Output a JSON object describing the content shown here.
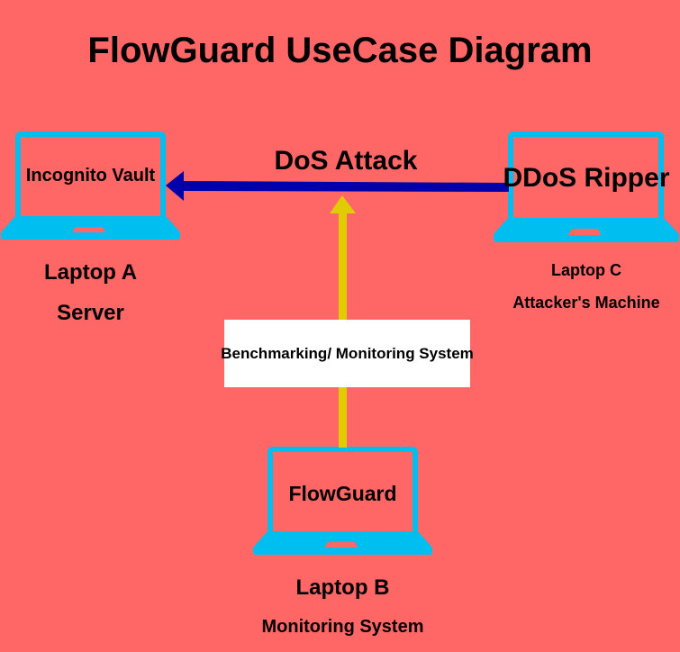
{
  "title": "FlowGuard UseCase Diagram",
  "colors": {
    "background": "#FF6666",
    "laptop": "#00BFF0",
    "attack_arrow": "#0000AA",
    "monitor_arrow": "#E0CC00",
    "box": "#FFFFFF"
  },
  "attack_label": "DoS Attack",
  "monitor_box_label": "Benchmarking/ Monitoring System",
  "laptop_a": {
    "screen_label": "Incognito Vault",
    "name": "Laptop A",
    "role": "Server"
  },
  "laptop_b": {
    "screen_label": "FlowGuard",
    "name": "Laptop B",
    "role": "Monitoring System"
  },
  "laptop_c": {
    "screen_label": "DDoS Ripper",
    "name": "Laptop C",
    "role": "Attacker's Machine"
  }
}
